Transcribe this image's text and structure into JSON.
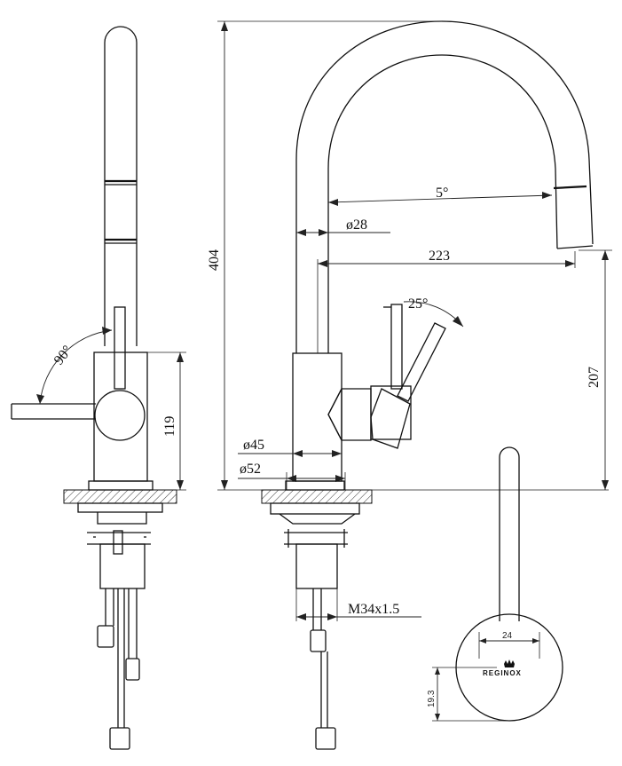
{
  "dimensions": {
    "overall_height": "404",
    "spout_reach": "223",
    "spout_tilt": "5°",
    "spout_diameter": "ø28",
    "spout_clearance": "207",
    "lever_angle": "25°",
    "lever_rotation": "90°",
    "body_height": "119",
    "body_diameter": "ø45",
    "base_diameter": "ø52",
    "thread": "M34x1.5",
    "handle_top_width": "24",
    "handle_top_offset": "19.3"
  },
  "brand": {
    "logo_text": "REGINOX"
  }
}
